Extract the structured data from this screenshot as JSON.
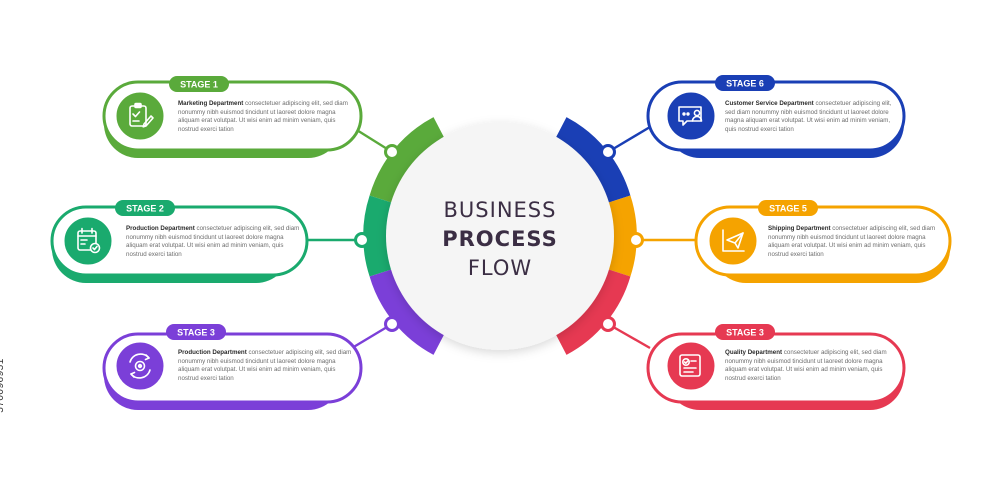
{
  "title": {
    "line1": "BUSINESS",
    "line2": "PROCESS",
    "line3": "FLOW"
  },
  "stages": [
    {
      "label": "STAGE 1",
      "department": "Marketing Department",
      "text": " consectetuer adipiscing elit, sed diam nonummy nibh euismod tincidunt ut laoreet dolore magna aliquam erat volutpat. Ut wisi enim ad minim veniam, quis nostrud exerci tation",
      "color": "#5aaa3b",
      "icon": "clipboard-pen-icon"
    },
    {
      "label": "STAGE 2",
      "department": "Production Department",
      "text": " consectetuer adipiscing elit, sed diam nonummy nibh euismod tincidunt ut laoreet dolore magna aliquam erat volutpat. Ut wisi enim ad minim veniam, quis nostrud exerci tation",
      "color": "#1aaa6e",
      "icon": "calendar-check-icon"
    },
    {
      "label": "STAGE 3",
      "department": "Production Department",
      "text": " consectetuer adipiscing elit, sed diam nonummy nibh euismod tincidunt ut laoreet dolore magna aliquam erat volutpat. Ut wisi enim ad minim veniam, quis nostrud exerci tation",
      "color": "#7b3fd8",
      "icon": "recycle-gear-icon"
    },
    {
      "label": "STAGE 6",
      "department": "Customer Service Department",
      "text": " consectetuer adipiscing elit, sed diam nonummy nibh euismod tincidunt ut laoreet dolore magna aliquam erat volutpat. Ut wisi enim ad minim veniam, quis nostrud exerci tation",
      "color": "#1a3fb5",
      "icon": "support-chat-icon"
    },
    {
      "label": "STAGE 5",
      "department": "Shipping Department",
      "text": " consectetuer adipiscing elit, sed diam nonummy nibh euismod tincidunt ut laoreet dolore magna aliquam erat volutpat. Ut wisi enim ad minim veniam, quis nostrud exerci tation",
      "color": "#f5a300",
      "icon": "paper-plane-chart-icon"
    },
    {
      "label": "STAGE 3",
      "department": "Quality Department",
      "text": " consectetuer adipiscing elit, sed diam nonummy nibh euismod tincidunt ut laoreet dolore magna aliquam erat volutpat. Ut wisi enim ad minim veniam, quis nostrud exerci tation",
      "color": "#e63952",
      "icon": "checklist-icon"
    }
  ],
  "side_id": "570096951"
}
